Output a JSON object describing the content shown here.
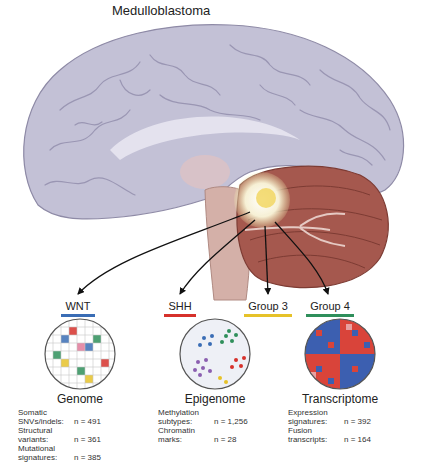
{
  "diagram": {
    "title": "Medulloblastoma",
    "nodes": [
      {
        "text": [
          "Genome"
        ]
      },
      {
        "text": [
          "Epigenome"
        ]
      },
      {
        "text": [
          "Transcriptome"
        ]
      }
    ],
    "labels": [
      "Somatic SNVs/indels:",
      "n = 491",
      "Structural variants:",
      "n = 361",
      "Mutational signatures:",
      "n = 385",
      "Methylation subtypes:",
      "n = 1,256",
      "Chromatin marks:",
      "n = 28",
      "Expression signatures:",
      "n = 392",
      "Fusion transcripts:",
      "n = 164"
    ],
    "legend": [
      {
        "text": "WNT",
        "color": "#3a6db5"
      },
      {
        "text": "SHH",
        "color": "#d6312b"
      },
      {
        "text": "Group 3",
        "color": "#e6c229"
      },
      {
        "text": "Group 4",
        "color": "#2f8f5b"
      }
    ]
  }
}
